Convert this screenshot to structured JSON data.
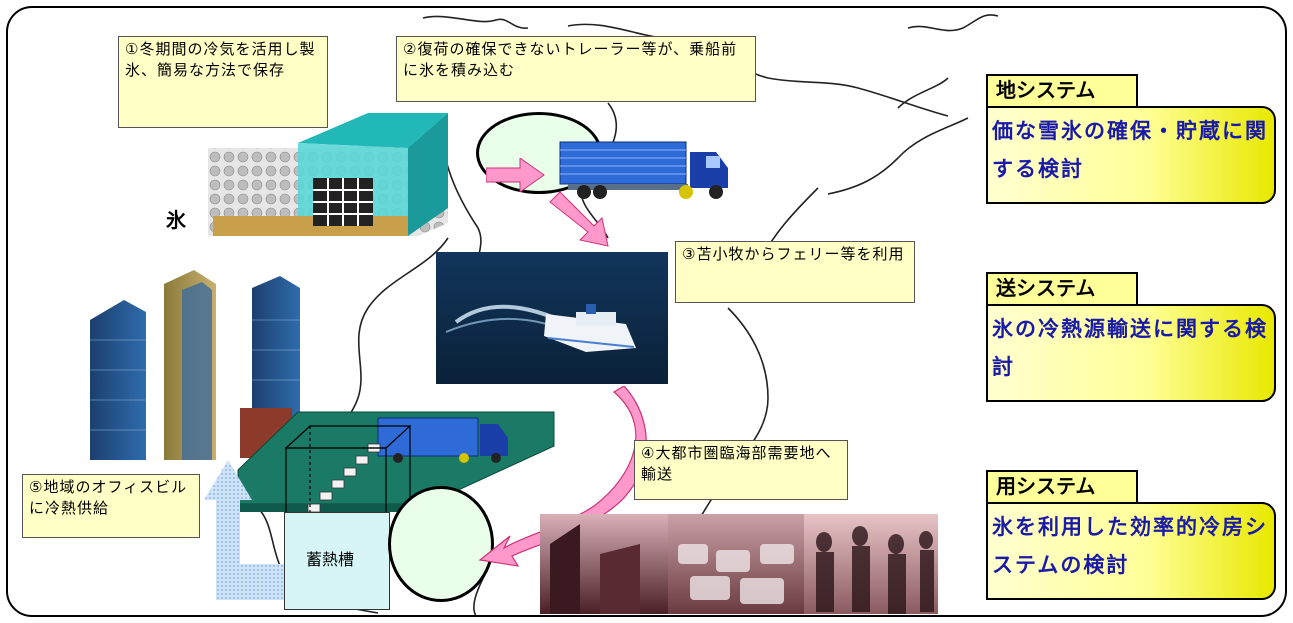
{
  "notes": {
    "step1": "①冬期間の冷気を活用し製氷、簡易な方法で保存",
    "step2": "②復荷の確保できないトレーラー等が、乗船前に氷を積み込む",
    "step3": "③苫小牧からフェリー等を利用",
    "step4": "④大都市圏臨海部需要地へ輸送",
    "step5": "⑤地域のオフィスビルに冷熱供給"
  },
  "labels": {
    "ice": "氷",
    "tank": "蓄熱槽"
  },
  "systems": [
    {
      "tab": "地システム",
      "body": "価な雪氷の確保・貯蔵に関する検討"
    },
    {
      "tab": "送システム",
      "body": "氷の冷熱源輸送に関する検討"
    },
    {
      "tab": "用システム",
      "body": "氷を利用した効率的冷房システムの検討"
    }
  ],
  "colors": {
    "note_bg": "#ffffc6",
    "system_text": "#1a1aa8",
    "tab_bg": "#ffff99",
    "arrow_pink": "#ff99cc",
    "platform_teal": "#1a7a66",
    "ice_block_top": "#33cccc"
  }
}
